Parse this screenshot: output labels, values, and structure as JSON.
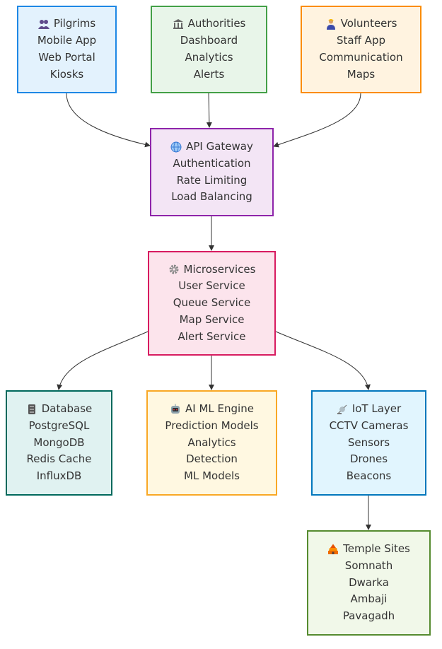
{
  "nodes": {
    "pilgrims": {
      "title": "Pilgrims",
      "icon": "people-icon",
      "lines": [
        "Mobile App",
        "Web Portal",
        "Kiosks"
      ],
      "fill": "#e3f2fd",
      "stroke": "#1e88e5"
    },
    "authorities": {
      "title": "Authorities",
      "icon": "building-icon",
      "lines": [
        "Dashboard",
        "Analytics",
        "Alerts"
      ],
      "fill": "#e8f5e9",
      "stroke": "#43a047"
    },
    "volunteers": {
      "title": "Volunteers",
      "icon": "worker-icon",
      "lines": [
        "Staff App",
        "Communication",
        "Maps"
      ],
      "fill": "#fff3e0",
      "stroke": "#fb8c00"
    },
    "gateway": {
      "title": "API Gateway",
      "icon": "globe-icon",
      "lines": [
        "Authentication",
        "Rate Limiting",
        "Load Balancing"
      ],
      "fill": "#f3e5f5",
      "stroke": "#8e24aa"
    },
    "micro": {
      "title": "Microservices",
      "icon": "gear-icon",
      "lines": [
        "User Service",
        "Queue Service",
        "Map Service",
        "Alert Service"
      ],
      "fill": "#fce4ec",
      "stroke": "#d81b60"
    },
    "database": {
      "title": "Database",
      "icon": "database-icon",
      "lines": [
        "PostgreSQL",
        "MongoDB",
        "Redis Cache",
        "InfluxDB"
      ],
      "fill": "#e0f2f1",
      "stroke": "#00695c"
    },
    "ai": {
      "title": "AI ML Engine",
      "icon": "robot-icon",
      "lines": [
        "Prediction Models",
        "Analytics",
        "Detection",
        "ML Models"
      ],
      "fill": "#fff8e1",
      "stroke": "#f9a825"
    },
    "iot": {
      "title": "IoT Layer",
      "icon": "satellite-icon",
      "lines": [
        "CCTV Cameras",
        "Sensors",
        "Drones",
        "Beacons"
      ],
      "fill": "#e1f5fe",
      "stroke": "#0277bd"
    },
    "temples": {
      "title": "Temple Sites",
      "icon": "temple-icon",
      "lines": [
        "Somnath",
        "Dwarka",
        "Ambaji",
        "Pavagadh"
      ],
      "fill": "#f1f8e9",
      "stroke": "#558b2f"
    }
  },
  "edges": [
    {
      "from": "pilgrims",
      "to": "gateway"
    },
    {
      "from": "authorities",
      "to": "gateway"
    },
    {
      "from": "volunteers",
      "to": "gateway"
    },
    {
      "from": "gateway",
      "to": "micro"
    },
    {
      "from": "micro",
      "to": "database"
    },
    {
      "from": "micro",
      "to": "ai"
    },
    {
      "from": "micro",
      "to": "iot"
    },
    {
      "from": "iot",
      "to": "temples"
    }
  ],
  "colors": {
    "edge": "#333333",
    "text": "#333333"
  }
}
